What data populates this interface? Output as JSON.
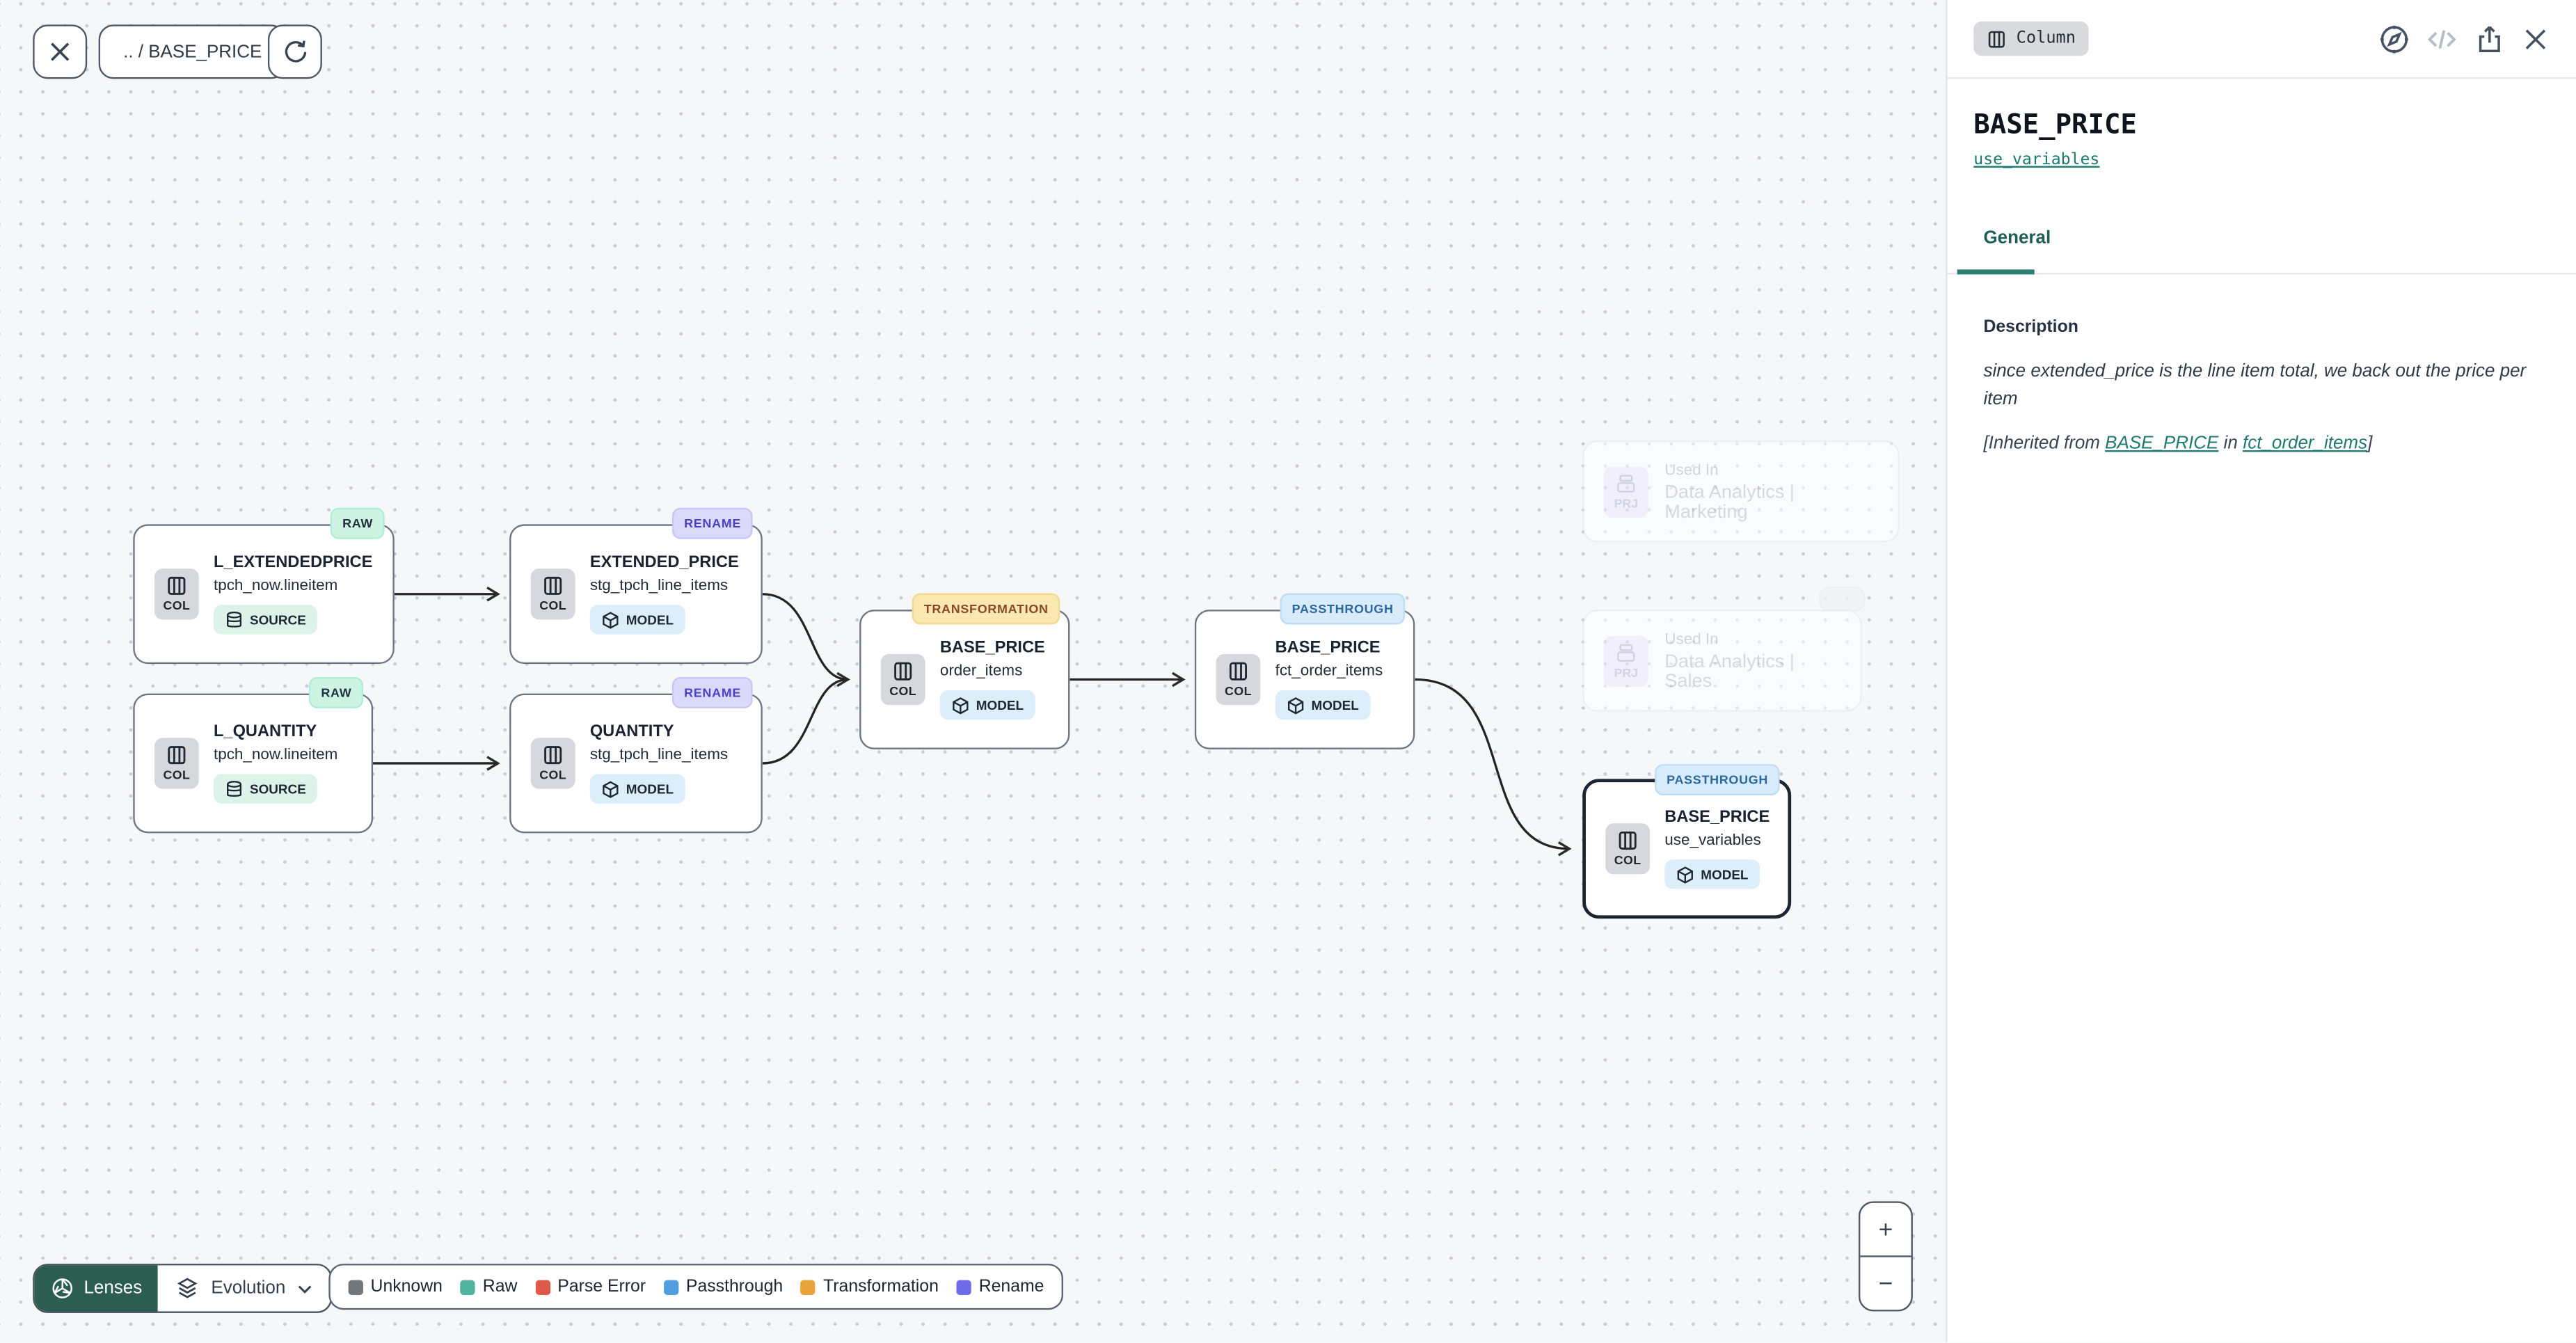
{
  "toolbar": {
    "breadcrumb": ".. / BASE_PRICE"
  },
  "canvas": {
    "nodes": [
      {
        "badge": "RAW",
        "type": "COL",
        "title": "L_EXTENDEDPRICE",
        "subtitle": "tpch_now.lineitem",
        "kind": "SOURCE"
      },
      {
        "badge": "RENAME",
        "type": "COL",
        "title": "EXTENDED_PRICE",
        "subtitle": "stg_tpch_line_items",
        "kind": "MODEL"
      },
      {
        "badge": "RAW",
        "type": "COL",
        "title": "L_QUANTITY",
        "subtitle": "tpch_now.lineitem",
        "kind": "SOURCE"
      },
      {
        "badge": "RENAME",
        "type": "COL",
        "title": "QUANTITY",
        "subtitle": "stg_tpch_line_items",
        "kind": "MODEL"
      },
      {
        "badge": "TRANSFORMATION",
        "type": "COL",
        "title": "BASE_PRICE",
        "subtitle": "order_items",
        "kind": "MODEL"
      },
      {
        "badge": "PASSTHROUGH",
        "type": "COL",
        "title": "BASE_PRICE",
        "subtitle": "fct_order_items",
        "kind": "MODEL"
      },
      {
        "badge": "PASSTHROUGH",
        "type": "COL",
        "title": "BASE_PRICE",
        "subtitle": "use_variables",
        "kind": "MODEL"
      }
    ],
    "project_nodes": [
      {
        "type": "PRJ",
        "label": "Used In",
        "name": "Data Analytics | Marketing"
      },
      {
        "type": "PRJ",
        "label": "Used In",
        "name": "Data Analytics | Sales"
      }
    ]
  },
  "footer": {
    "lenses_label": "Lenses",
    "lens_selected": "Evolution",
    "legend": [
      {
        "label": "Unknown",
        "color": "#71757c"
      },
      {
        "label": "Raw",
        "color": "#52b39c"
      },
      {
        "label": "Parse Error",
        "color": "#dd5a4a"
      },
      {
        "label": "Passthrough",
        "color": "#519fe0"
      },
      {
        "label": "Transformation",
        "color": "#e8a33b"
      },
      {
        "label": "Rename",
        "color": "#6f6cea"
      }
    ]
  },
  "zoom_controls": {
    "in": "+",
    "out": "−"
  },
  "panel": {
    "type_badge": "Column",
    "title": "BASE_PRICE",
    "subtitle_link": "use_variables",
    "tab_general": "General",
    "description_heading": "Description",
    "description_text": "since extended_price is the line item total, we back out the price per item",
    "inherited": {
      "prefix": "[Inherited from ",
      "link_column": "BASE_PRICE",
      "infix": " in ",
      "link_model": "fct_order_items",
      "suffix": "]"
    }
  },
  "colors": {
    "accent_teal": "#2e7d73",
    "lenses_green": "#2b5e51"
  }
}
